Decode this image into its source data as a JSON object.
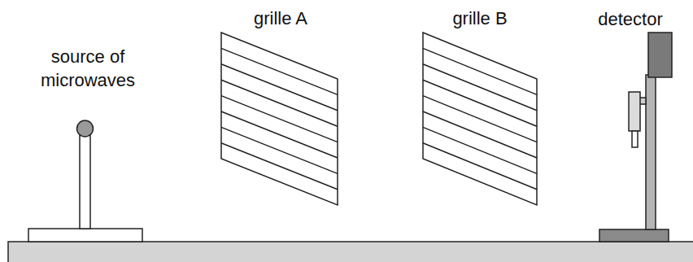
{
  "diagram": {
    "labels": [
      "source of microwaves",
      "grille A",
      "grille B",
      "detector"
    ]
  }
}
